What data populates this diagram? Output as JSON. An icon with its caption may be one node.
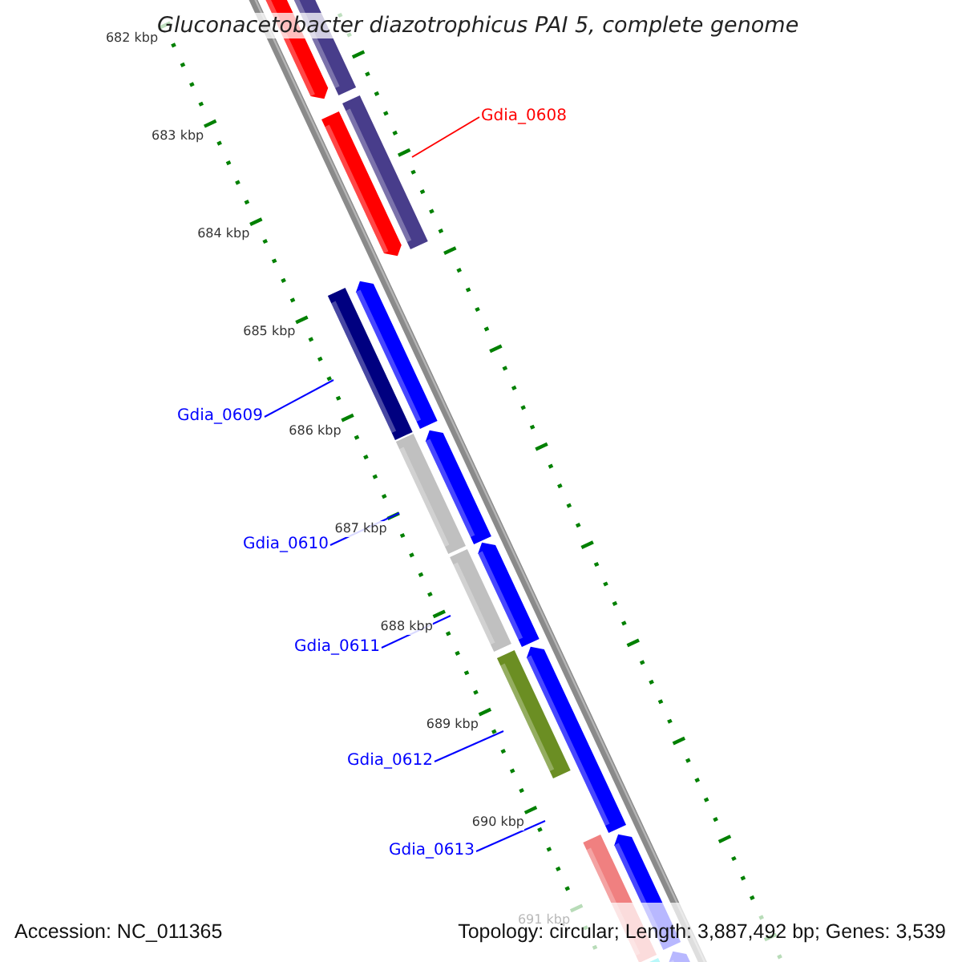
{
  "diagram": {
    "title": "Gluconacetobacter diazotrophicus PAI 5, complete genome",
    "nodes": [
      {
        "text": [
          "Gdia_0608"
        ]
      },
      {
        "text": [
          "Gdia_0609"
        ]
      },
      {
        "text": [
          "Gdia_0610"
        ]
      },
      {
        "text": [
          "Gdia_0611"
        ]
      },
      {
        "text": [
          "Gdia_0612"
        ]
      },
      {
        "text": [
          "Gdia_0613"
        ]
      }
    ],
    "edges": [
      {
        "from": 0,
        "to": null,
        "arrow": "none",
        "color": "#ff0000"
      },
      {
        "from": 1,
        "to": null,
        "arrow": "none"
      },
      {
        "from": 2,
        "to": null,
        "arrow": "none"
      },
      {
        "from": 3,
        "to": null,
        "arrow": "none"
      },
      {
        "from": 4,
        "to": null,
        "arrow": "none"
      },
      {
        "from": 5,
        "to": null,
        "arrow": "none"
      }
    ],
    "labels": [
      "682 kbp",
      "683 kbp",
      "684 kbp",
      "685 kbp",
      "686 kbp",
      "687 kbp",
      "688 kbp",
      "689 kbp",
      "690 kbp",
      "691 kbp",
      "Accession: NC_011365",
      "Topology: circular; Length: 3,887,492 bp; Genes: 3,539"
    ]
  }
}
